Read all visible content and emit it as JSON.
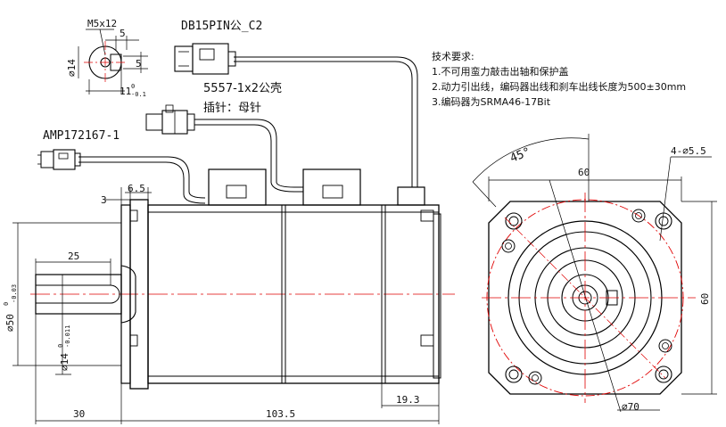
{
  "title_connector_db": "DB15PIN公_C2",
  "title_connector_power": "5557-1x2公壳",
  "title_connector_power_pins": "插针：母针",
  "title_connector_brake": "AMP172167-1",
  "shaft_detail": {
    "thread": "M5x12",
    "key_width": "5",
    "key_depth": "5",
    "diameter": "⌀14",
    "height": "11",
    "height_tol_upper": "0",
    "height_tol_lower": "-0.1"
  },
  "requirements": {
    "heading": "技术要求:",
    "items": [
      "1.不可用蛮力敲击出轴和保护盖",
      "2.动力引出线，编码器出线和刹车出线长度为500±30mm",
      "3.编码器为SRMA46-17Bit"
    ]
  },
  "side_view": {
    "dim_3": "3",
    "dim_6_5": "6.5",
    "dim_25": "25",
    "dim_30": "30",
    "dim_103_5": "103.5",
    "dim_19_3": "19.3",
    "dia_50": "⌀50",
    "dia_50_upper": "0",
    "dia_50_lower": "-0.03",
    "dia_14": "⌀14",
    "dia_14_upper": "0",
    "dia_14_lower": "-0.011"
  },
  "front_view": {
    "angle": "45°",
    "width": "60",
    "height": "60",
    "holes": "4-⌀5.5",
    "circle": "⌀70"
  }
}
